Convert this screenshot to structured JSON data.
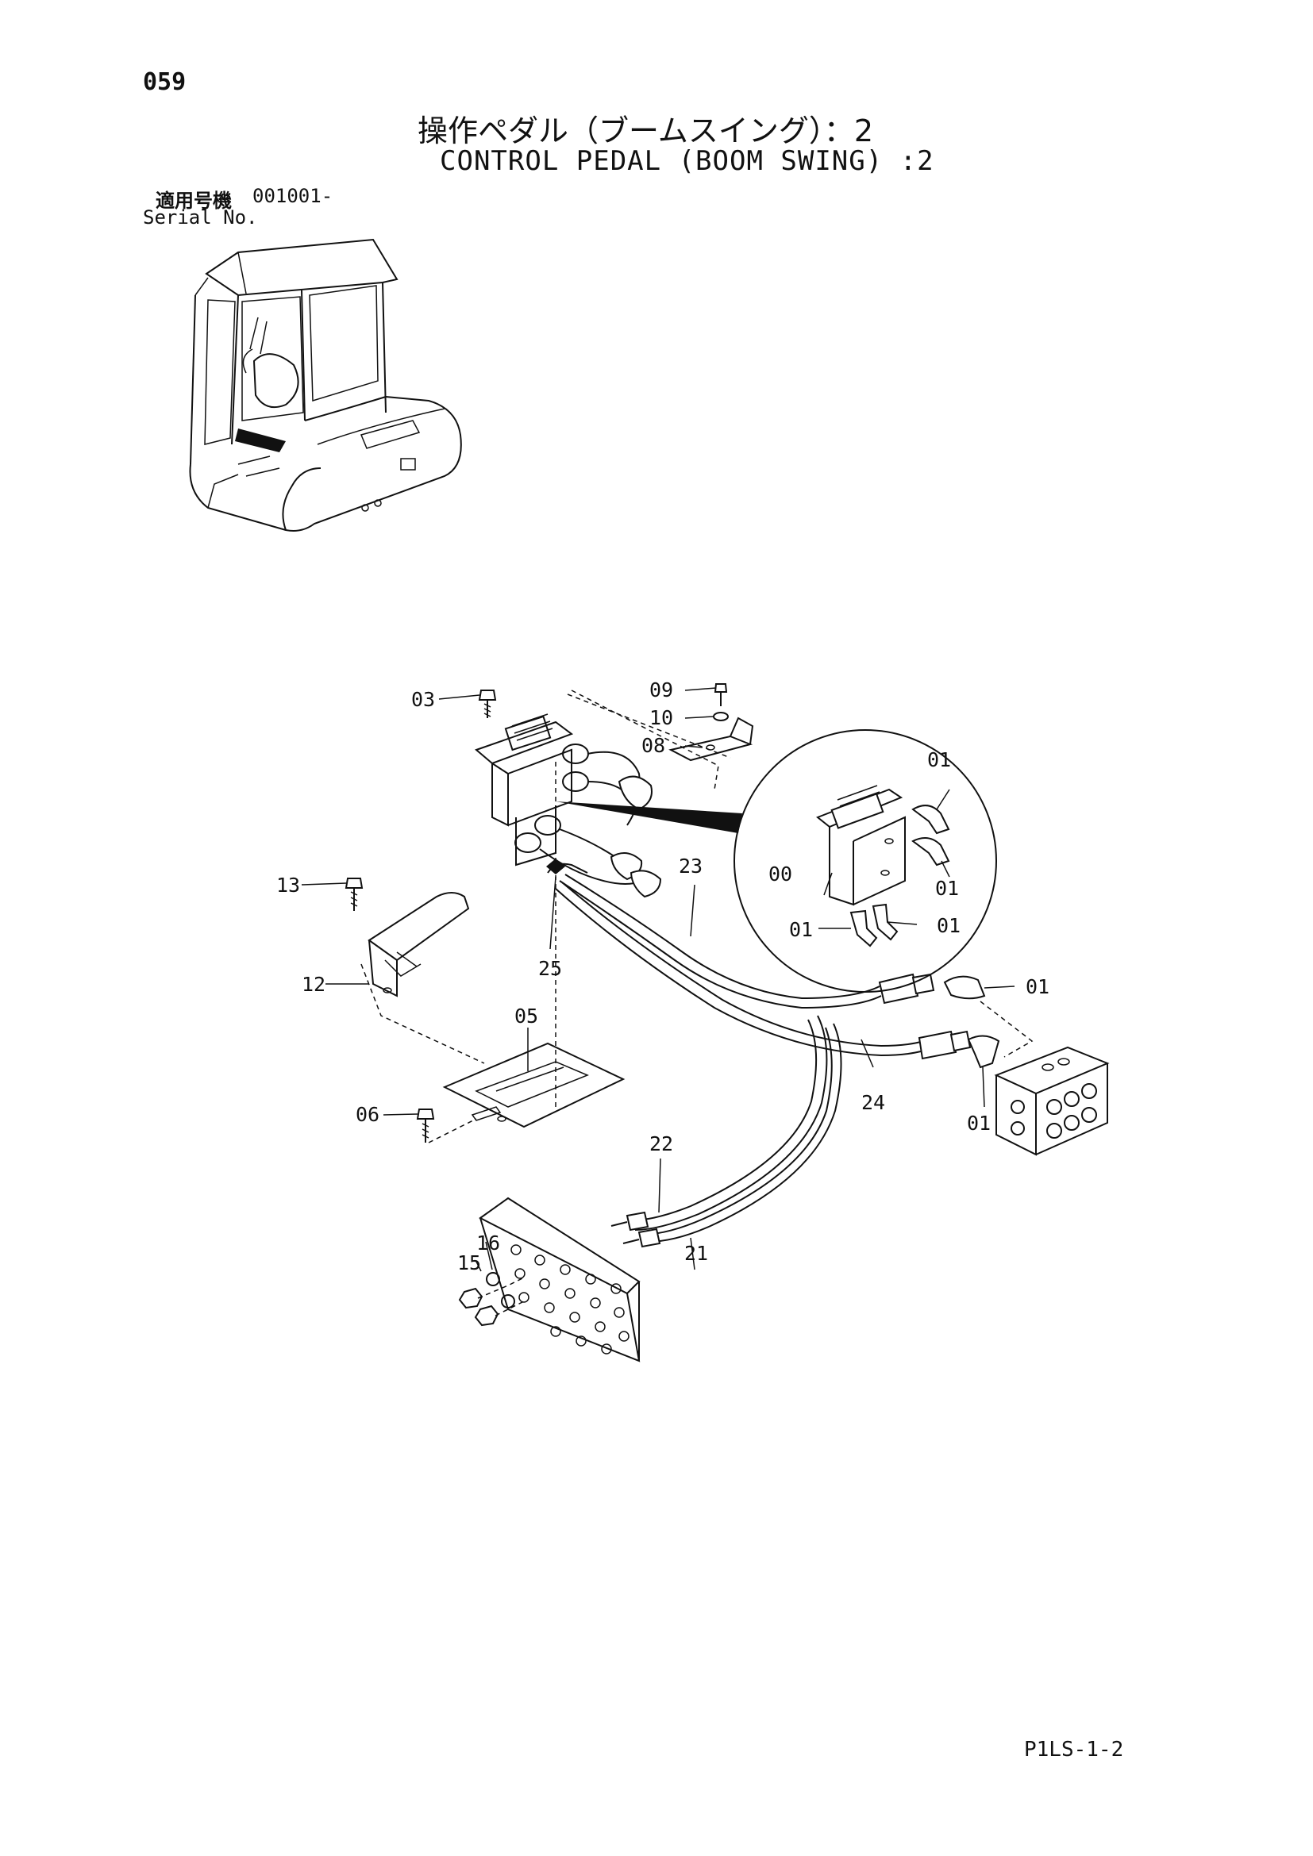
{
  "header": {
    "page_number": "059",
    "title_jp": "操作ペダル（ブームスイング）：2",
    "title_en": "CONTROL PEDAL (BOOM SWING) :2",
    "serial_label_jp": "適用号機",
    "serial_value": "001001-",
    "serial_label_en": "Serial No."
  },
  "callouts": {
    "c03": "03",
    "c09": "09",
    "c10": "10",
    "c08": "08",
    "c13": "13",
    "c12": "12",
    "c25": "25",
    "c23": "23",
    "c05": "05",
    "c06": "06",
    "c24": "24",
    "c22": "22",
    "c21": "21",
    "c16": "16",
    "c15": "15",
    "d00": "00",
    "d01a": "01",
    "d01b": "01",
    "d01c": "01",
    "d01d": "01",
    "r01a": "01",
    "r01b": "01"
  },
  "footer": {
    "doc_code": "P1LS-1-2"
  }
}
